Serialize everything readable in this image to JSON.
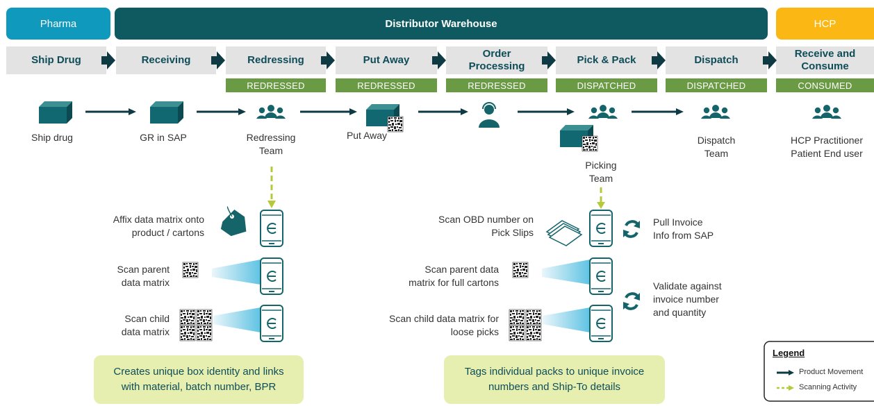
{
  "colors": {
    "teal": "#0e5a60",
    "pharma_blue": "#0f9abd",
    "hcp_yellow": "#fbb714",
    "status_green": "#6a9a43",
    "note_green": "#e6efb0",
    "scan_yellow": "#b5c93a"
  },
  "bands": {
    "pharma": "Pharma",
    "distributor": "Distributor Warehouse",
    "hcp": "HCP"
  },
  "stages": [
    "Ship Drug",
    "Receiving",
    "Redressing",
    "Put Away",
    "Order Processing",
    "Pick & Pack",
    "Dispatch",
    "Receive and Consume"
  ],
  "statuses": [
    "REDRESSED",
    "REDRESSED",
    "REDRESSED",
    "DISPATCHED",
    "DISPATCHED",
    "CONSUMED"
  ],
  "actors": {
    "ship_drug": "Ship drug",
    "gr_sap": "GR in SAP",
    "redressing_team": "Redressing Team",
    "put_away": "Put Away",
    "picking_team": "Picking Team",
    "dispatch_team": "Dispatch Team",
    "hcp": "HCP Practitioner Patient End user"
  },
  "redressing_steps": {
    "affix": "Affix data matrix onto product / cartons",
    "scan_parent": "Scan parent data matrix",
    "scan_child": "Scan child data matrix",
    "note": "Creates unique box identity and links with material, batch number, BPR"
  },
  "picking_steps": {
    "scan_obd": "Scan OBD number on Pick Slips",
    "pull_invoice": "Pull Invoice Info from SAP",
    "scan_parent": "Scan parent data matrix for full cartons",
    "validate": "Validate against invoice number and quantity",
    "scan_child": "Scan child data matrix for loose picks",
    "note": "Tags individual packs to unique invoice numbers and Ship-To details"
  },
  "legend": {
    "title": "Legend",
    "product_movement": "Product Movement",
    "scanning_activity": "Scanning Activity"
  }
}
